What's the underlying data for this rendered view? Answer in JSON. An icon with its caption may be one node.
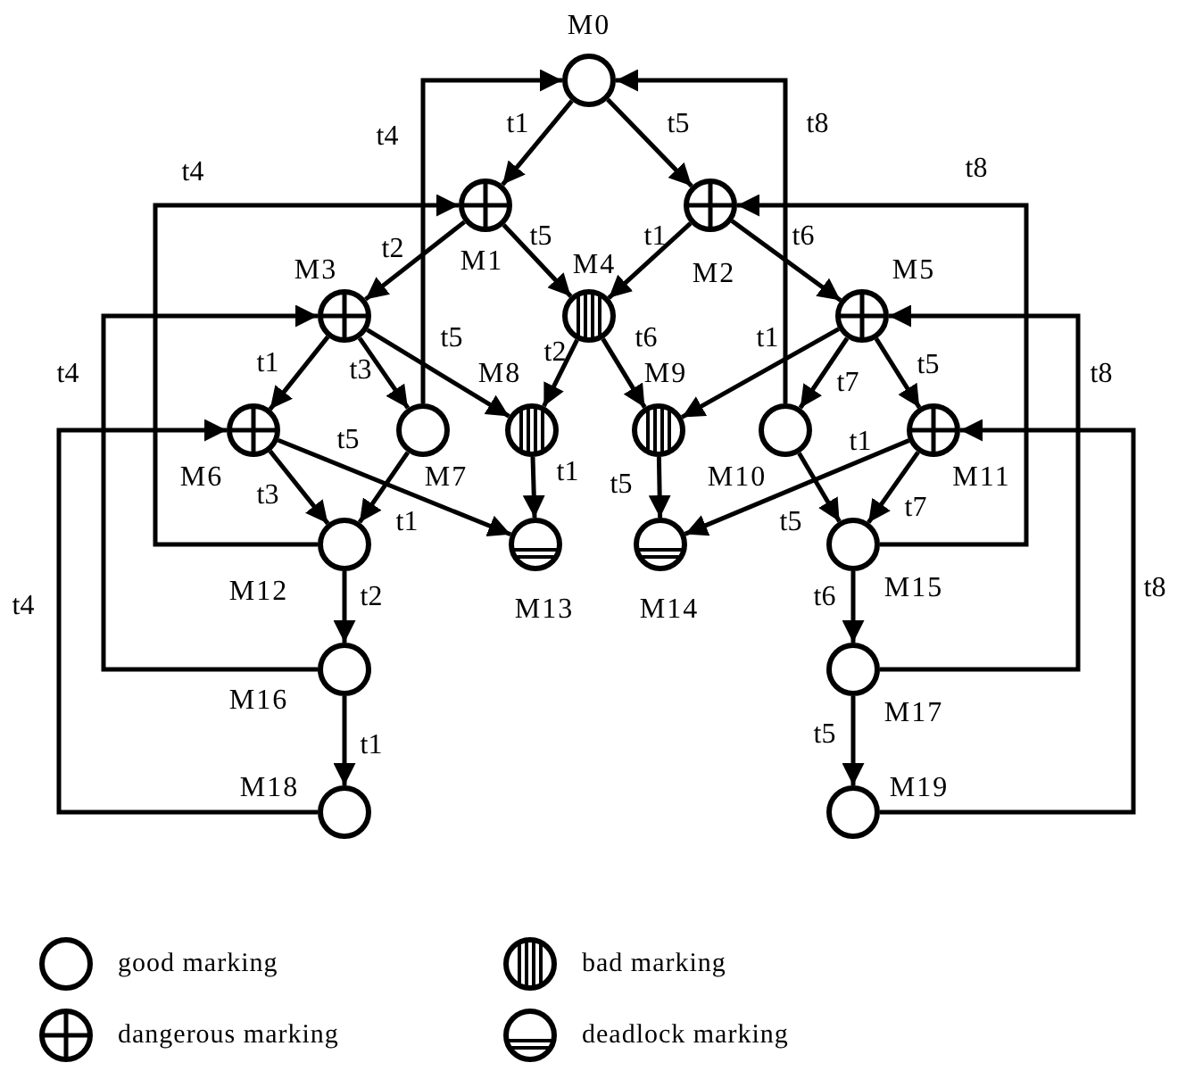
{
  "diagram": {
    "nodes": [
      {
        "text": [
          "M0"
        ]
      },
      {
        "text": [
          "M1"
        ]
      },
      {
        "text": [
          "M2"
        ]
      },
      {
        "text": [
          "M3"
        ]
      },
      {
        "text": [
          "M4"
        ]
      },
      {
        "text": [
          "M5"
        ]
      },
      {
        "text": [
          "M6"
        ]
      },
      {
        "text": [
          "M7"
        ]
      },
      {
        "text": [
          "M8"
        ]
      },
      {
        "text": [
          "M9"
        ]
      },
      {
        "text": [
          "M10"
        ]
      },
      {
        "text": [
          "M11"
        ]
      },
      {
        "text": [
          "M12"
        ]
      },
      {
        "text": [
          "M13"
        ]
      },
      {
        "text": [
          "M14"
        ]
      },
      {
        "text": [
          "M15"
        ]
      },
      {
        "text": [
          "M16"
        ]
      },
      {
        "text": [
          "M17"
        ]
      },
      {
        "text": [
          "M18"
        ]
      },
      {
        "text": [
          "M19"
        ]
      }
    ],
    "edges": [
      {
        "from": 0,
        "to": 1,
        "arrow": "to",
        "label": "t1"
      },
      {
        "from": 0,
        "to": 2,
        "arrow": "to",
        "label": "t5"
      },
      {
        "from": 1,
        "to": 3,
        "arrow": "to",
        "label": "t2"
      },
      {
        "from": 1,
        "to": 4,
        "arrow": "to",
        "label": "t5"
      },
      {
        "from": 2,
        "to": 4,
        "arrow": "to",
        "label": "t1"
      },
      {
        "from": 2,
        "to": 5,
        "arrow": "to",
        "label": "t6"
      },
      {
        "from": 3,
        "to": 6,
        "arrow": "to",
        "label": "t1"
      },
      {
        "from": 3,
        "to": 7,
        "arrow": "to",
        "label": "t3"
      },
      {
        "from": 3,
        "to": 8,
        "arrow": "to",
        "label": "t5"
      },
      {
        "from": 4,
        "to": 8,
        "arrow": "to",
        "label": "t2"
      },
      {
        "from": 4,
        "to": 9,
        "arrow": "to",
        "label": "t6"
      },
      {
        "from": 5,
        "to": 9,
        "arrow": "to",
        "label": "t1"
      },
      {
        "from": 5,
        "to": 10,
        "arrow": "to",
        "label": "t7"
      },
      {
        "from": 5,
        "to": 11,
        "arrow": "to",
        "label": "t5"
      },
      {
        "from": 6,
        "to": 12,
        "arrow": "to",
        "label": "t3"
      },
      {
        "from": 6,
        "to": 13,
        "arrow": "to",
        "label": "t5"
      },
      {
        "from": 7,
        "to": 12,
        "arrow": "to",
        "label": "t1"
      },
      {
        "from": 8,
        "to": 13,
        "arrow": "to",
        "label": "t1"
      },
      {
        "from": 9,
        "to": 14,
        "arrow": "to",
        "label": "t5"
      },
      {
        "from": 10,
        "to": 15,
        "arrow": "to",
        "label": "t5"
      },
      {
        "from": 11,
        "to": 14,
        "arrow": "to",
        "label": "t1"
      },
      {
        "from": 11,
        "to": 15,
        "arrow": "to",
        "label": "t7"
      },
      {
        "from": 12,
        "to": 16,
        "arrow": "to",
        "label": "t2"
      },
      {
        "from": 15,
        "to": 17,
        "arrow": "to",
        "label": "t6"
      },
      {
        "from": 16,
        "to": 18,
        "arrow": "to",
        "label": "t1"
      },
      {
        "from": 17,
        "to": 19,
        "arrow": "to",
        "label": "t5"
      },
      {
        "from": 7,
        "to": 0,
        "arrow": "to",
        "label": "t4"
      },
      {
        "from": 12,
        "to": 1,
        "arrow": "to",
        "label": "t4"
      },
      {
        "from": 16,
        "to": 3,
        "arrow": "to",
        "label": "t4"
      },
      {
        "from": 18,
        "to": 6,
        "arrow": "to",
        "label": "t4"
      },
      {
        "from": 10,
        "to": 0,
        "arrow": "to",
        "label": "t8"
      },
      {
        "from": 15,
        "to": 2,
        "arrow": "to",
        "label": "t8"
      },
      {
        "from": 17,
        "to": 5,
        "arrow": "to",
        "label": "t8"
      },
      {
        "from": 19,
        "to": 11,
        "arrow": "to",
        "label": "t8"
      }
    ],
    "legend": [
      {
        "text": "good marking"
      },
      {
        "text": "bad marking"
      },
      {
        "text": "dangerous marking"
      },
      {
        "text": "deadlock marking"
      }
    ]
  }
}
